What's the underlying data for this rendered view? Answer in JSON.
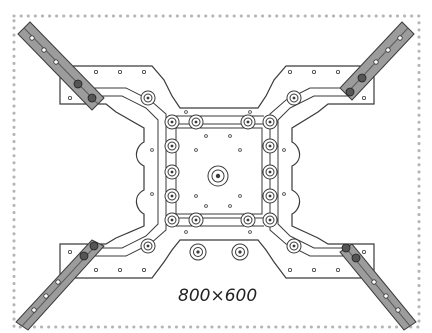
{
  "diagram": {
    "dimension_label": "800×600",
    "colors": {
      "outline": "#3a3a3a",
      "plate_fill": "#ffffff",
      "arm_fill": "#9c9c9c",
      "arm_dark": "#5a5a5a",
      "dotted_border": "#b5b5b5",
      "hole_fill": "#ffffff"
    },
    "parts": [
      {
        "name": "adapter-plate",
        "count": 1
      },
      {
        "name": "mounting-arm",
        "count": 4
      },
      {
        "name": "vesa-hole-ring",
        "count": 16
      }
    ]
  }
}
